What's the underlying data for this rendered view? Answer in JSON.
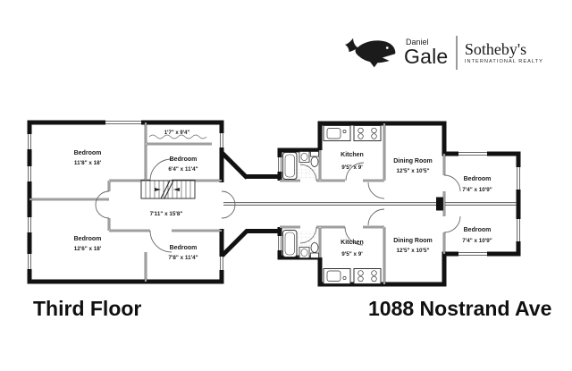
{
  "logo": {
    "brand_small": "Daniel",
    "brand_large": "Gale",
    "partner": "Sotheby's",
    "partner_sub": "INTERNATIONAL REALTY"
  },
  "footer": {
    "floor_label": "Third Floor",
    "address": "1088 Nostrand Ave"
  },
  "floorplan": {
    "rooms": {
      "bedroom_top_left": {
        "name": "Bedroom",
        "dims": "11'8\" x 18'"
      },
      "bedroom_top_mid": {
        "name": "Bedroom",
        "dims": "6'4\" x 11'4\""
      },
      "closet_top": {
        "dims": "1'7\" x 9'4\""
      },
      "hall": {
        "dims": "7'11\" x 15'8\""
      },
      "bedroom_bottom_left": {
        "name": "Bedroom",
        "dims": "12'6\" x 18'"
      },
      "bedroom_bottom_mid": {
        "name": "Bedroom",
        "dims": "7'8\" x 11'4\""
      },
      "kitchen_upper": {
        "name": "Kitchen",
        "dims": "9'5\" x 9'"
      },
      "dining_upper": {
        "name": "Dining Room",
        "dims": "12'5\" x 10'5\""
      },
      "kitchen_lower": {
        "name": "Kitchen",
        "dims": "9'5\" x 9'"
      },
      "dining_lower": {
        "name": "Dining Room",
        "dims": "12'5\" x 10'5\""
      },
      "bedroom_right_upper": {
        "name": "Bedroom",
        "dims": "7'4\" x 10'9\""
      },
      "bedroom_right_lower": {
        "name": "Bedroom",
        "dims": "7'4\" x 10'9\""
      }
    },
    "colors": {
      "wall": "#121212",
      "interior_wall": "#3f3f3f",
      "text": "#1a1a1a"
    }
  }
}
